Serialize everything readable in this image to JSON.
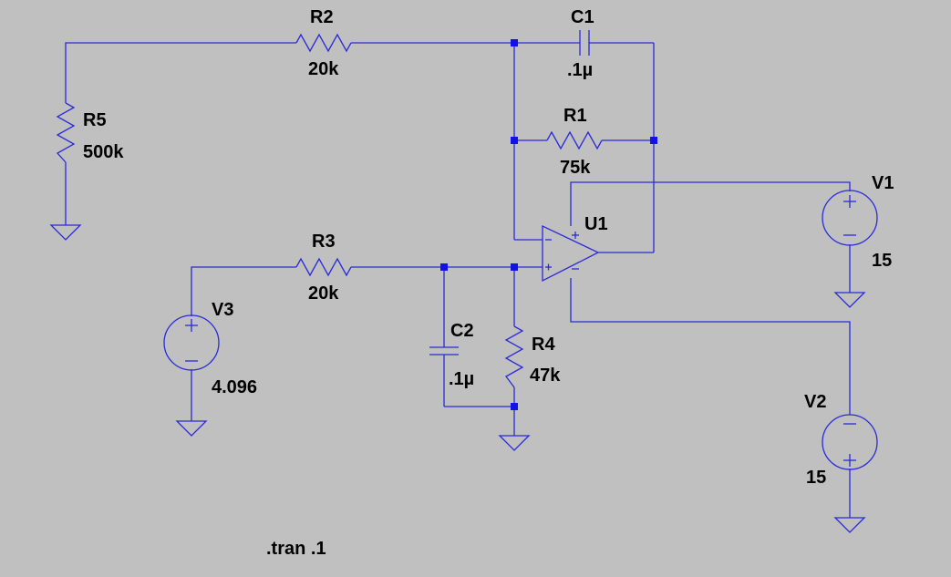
{
  "colors": {
    "background": "#c0c0c0",
    "wire": "#2a2ad8",
    "node": "#1212e8",
    "text": "#000000"
  },
  "components": {
    "R1": {
      "name": "R1",
      "value": "75k"
    },
    "R2": {
      "name": "R2",
      "value": "20k"
    },
    "R3": {
      "name": "R3",
      "value": "20k"
    },
    "R4": {
      "name": "R4",
      "value": "47k"
    },
    "R5": {
      "name": "R5",
      "value": "500k"
    },
    "C1": {
      "name": "C1",
      "value": ".1µ"
    },
    "C2": {
      "name": "C2",
      "value": ".1µ"
    },
    "V1": {
      "name": "V1",
      "value": "15"
    },
    "V2": {
      "name": "V2",
      "value": "15"
    },
    "V3": {
      "name": "V3",
      "value": "4.096"
    },
    "U1": {
      "name": "U1"
    }
  },
  "directive": ".tran .1",
  "icons": [
    "resistor-icon",
    "capacitor-icon",
    "voltage-source-icon",
    "ground-icon",
    "opamp-icon"
  ]
}
